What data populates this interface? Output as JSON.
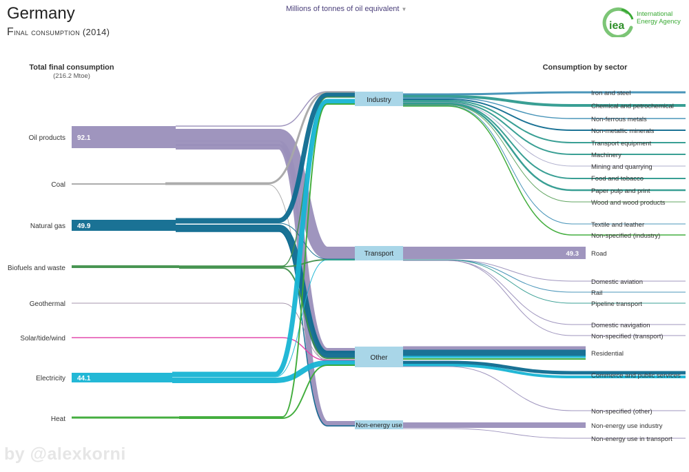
{
  "header": {
    "country": "Germany",
    "subtitle_first": "F",
    "subtitle_rest": "inal consumption (2014)",
    "unit_label": "Millions of tonnes of oil equivalent",
    "logo_line1": "International",
    "logo_line2": "Energy Agency",
    "logo_mark": "iea"
  },
  "columns": {
    "left_title": "Total final consumption",
    "left_subtitle": "(216.2 Mtoe)",
    "right_title": "Consumption by sector"
  },
  "sources": [
    {
      "name": "Oil products",
      "value": "92.1",
      "color": "#9a8fbb"
    },
    {
      "name": "Coal",
      "value": "",
      "color": "#a8a8a8"
    },
    {
      "name": "Natural gas",
      "value": "49.9",
      "color": "#0e6a8f"
    },
    {
      "name": "Biofuels and waste",
      "value": "",
      "color": "#3f8f4a"
    },
    {
      "name": "Geothermal",
      "value": "",
      "color": "#a090a8"
    },
    {
      "name": "Solar/tide/wind",
      "value": "",
      "color": "#e040a8"
    },
    {
      "name": "Electricity",
      "value": "44.1",
      "color": "#17b4d4"
    },
    {
      "name": "Heat",
      "value": "",
      "color": "#3aaa35"
    }
  ],
  "sectors": [
    {
      "name": "Industry"
    },
    {
      "name": "Transport"
    },
    {
      "name": "Other"
    },
    {
      "name": "Non-energy use"
    }
  ],
  "subsectors": [
    {
      "name": "Iron and steel",
      "value": ""
    },
    {
      "name": "Chemical and petrochemical",
      "value": ""
    },
    {
      "name": "Non-ferrous metals",
      "value": ""
    },
    {
      "name": "Non-metallic minerals",
      "value": ""
    },
    {
      "name": "Transport equipment",
      "value": ""
    },
    {
      "name": "Machinery",
      "value": ""
    },
    {
      "name": "Mining and quarrying",
      "value": ""
    },
    {
      "name": "Food and tobacco",
      "value": ""
    },
    {
      "name": "Paper pulp and print",
      "value": ""
    },
    {
      "name": "Wood and wood products",
      "value": ""
    },
    {
      "name": "Textile and leather",
      "value": ""
    },
    {
      "name": "Non-specified (industry)",
      "value": ""
    },
    {
      "name": "Road",
      "value": "49.3"
    },
    {
      "name": "Domestic aviation",
      "value": ""
    },
    {
      "name": "Rail",
      "value": ""
    },
    {
      "name": "Pipeline transport",
      "value": ""
    },
    {
      "name": "Domestic navigation",
      "value": ""
    },
    {
      "name": "Non-specified (transport)",
      "value": ""
    },
    {
      "name": "Residential",
      "value": ""
    },
    {
      "name": "Commerce and public services",
      "value": ""
    },
    {
      "name": "Non-specified (other)",
      "value": ""
    },
    {
      "name": "Non-energy use industry",
      "value": ""
    },
    {
      "name": "Non-energy use in transport",
      "value": ""
    }
  ],
  "watermark": "by @alexkorni"
}
